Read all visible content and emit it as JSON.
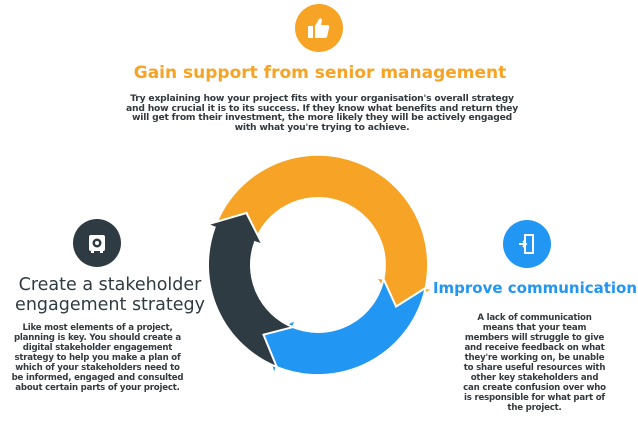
{
  "colors": {
    "orange": "#f7a325",
    "blue": "#2196f3",
    "dark": "#2f3b42",
    "text": "#333a3f"
  },
  "top": {
    "icon": "thumbs-up-icon",
    "title": "Gain support from senior management",
    "body": "Try explaining how your project fits with your organisation's overall strategy and how crucial it is to its success. If they know what benefits and return they will get from their investment, the more likely they will be actively engaged with what you're trying to achieve."
  },
  "left": {
    "icon": "safe-icon",
    "title_line1": "Create a stakeholder",
    "title_line2": "engagement strategy",
    "body": "Like most elements of a project, planning is key. You should create a digital stakeholder engagement strategy to help you make a plan of which of your stakeholders need to be informed, engaged and consulted about certain parts of your project."
  },
  "right": {
    "icon": "door-icon",
    "title": "Improve communication",
    "body": "A lack of communication means that your team members will struggle to give and receive feedback on what they're working on, be unable to share useful resources with other key stakeholders and can create confusion over who is responsible for what part of the project."
  }
}
